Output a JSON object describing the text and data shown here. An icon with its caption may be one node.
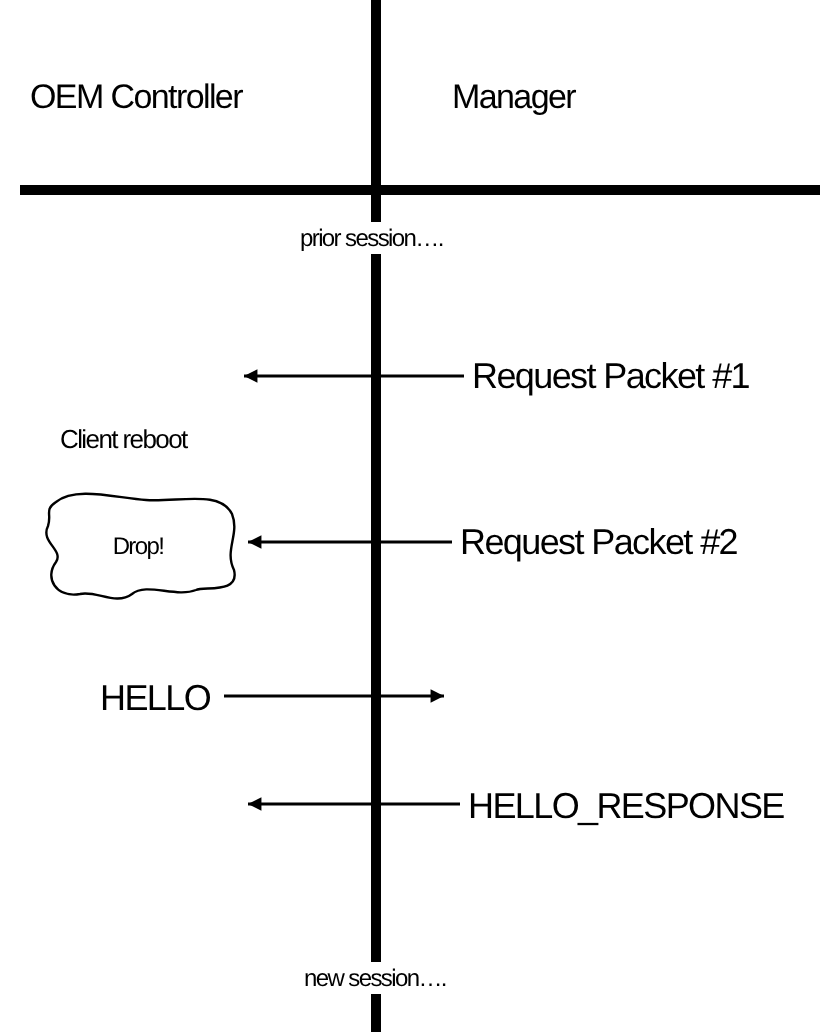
{
  "diagram": {
    "nodes": [
      {
        "text": [
          "Request Packet #1"
        ]
      },
      {
        "text": [
          "Request Packet #2"
        ]
      },
      {
        "text": [
          "Drop!"
        ],
        "beside": [
          "Client reboot"
        ]
      },
      {
        "text": [
          "HELLO"
        ]
      },
      {
        "text": [
          "HELLO_RESPONSE"
        ]
      }
    ],
    "edges": [
      {
        "from": 0,
        "to": null,
        "arrow": "to"
      },
      {
        "from": 1,
        "to": 2,
        "arrow": "to"
      },
      {
        "from": 3,
        "to": null,
        "arrow": "to"
      },
      {
        "from": 4,
        "to": null,
        "arrow": "to"
      }
    ],
    "labels": [
      "OEM Controller",
      "Manager",
      "prior session….",
      "new session…."
    ]
  }
}
